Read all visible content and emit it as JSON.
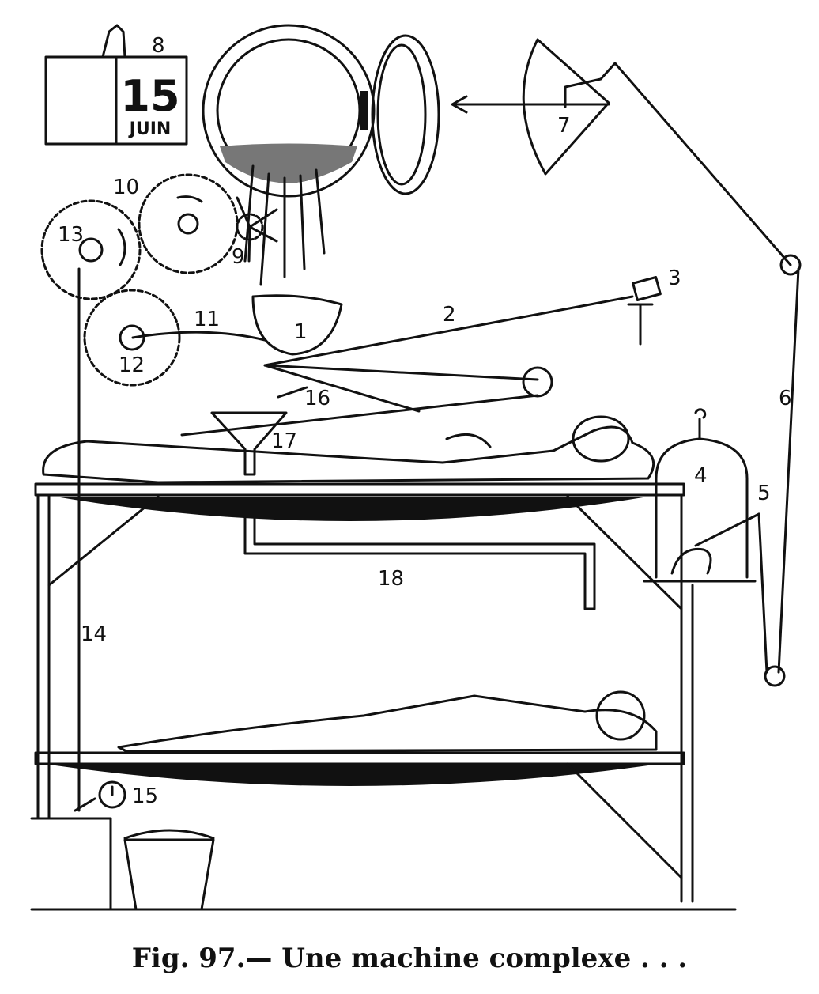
{
  "caption": "Fig. 97.— Une machine complexe . . .",
  "calendar": {
    "day": "15",
    "month": "JUIN"
  },
  "labels": [
    "1",
    "2",
    "3",
    "4",
    "5",
    "6",
    "7",
    "8",
    "9",
    "10",
    "11",
    "12",
    "13",
    "14",
    "15",
    "16",
    "17",
    "18"
  ],
  "colors": {
    "ink": "#111111",
    "paper": "#ffffff"
  }
}
